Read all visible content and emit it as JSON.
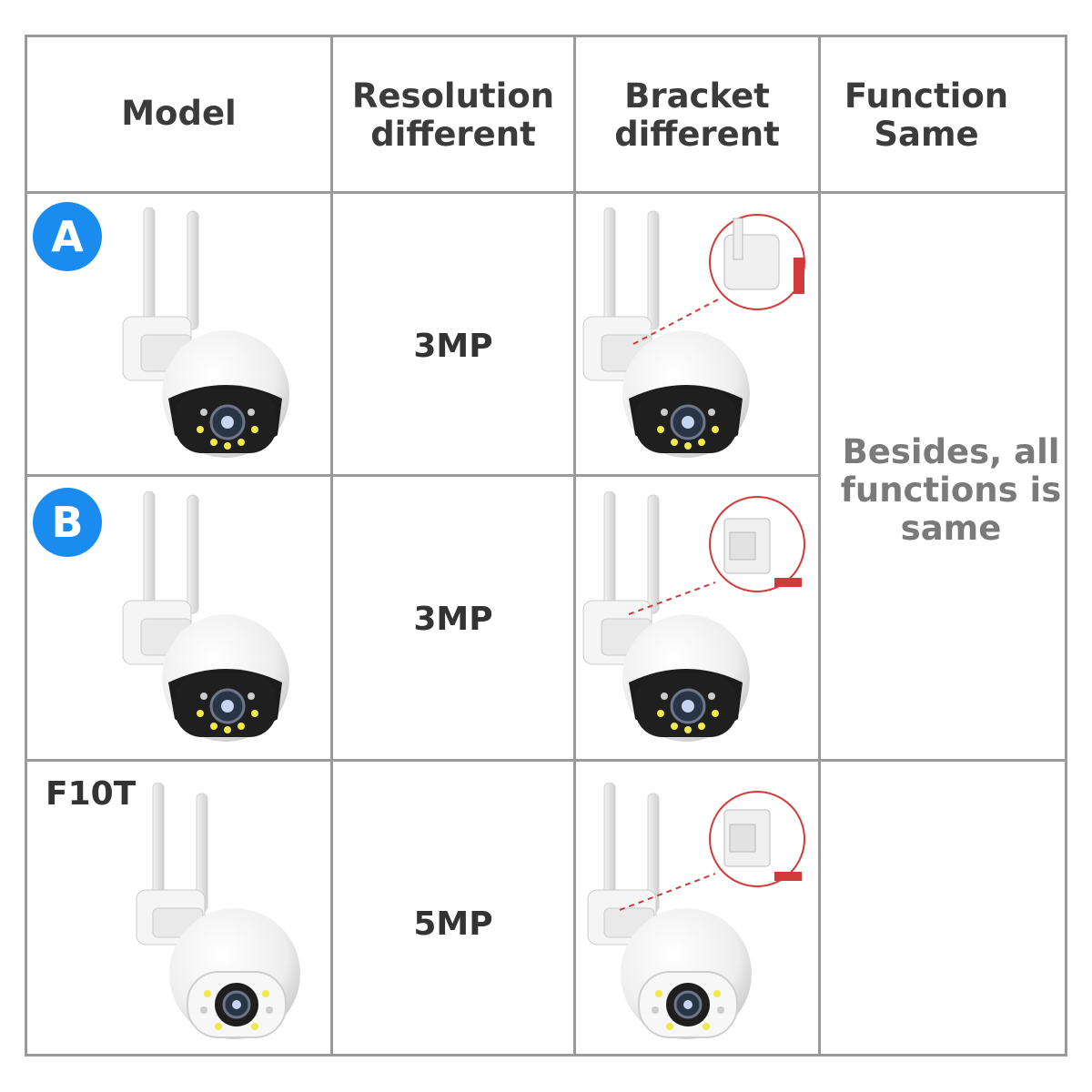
{
  "headers": {
    "model": "Model",
    "resolution": [
      "Resolution",
      "different"
    ],
    "bracket": [
      "Bracket",
      "different"
    ],
    "function": [
      "Function",
      "Same"
    ]
  },
  "rows": [
    {
      "label": "A",
      "label_type": "badge",
      "resolution": "3MP",
      "camera": "dark-face-camera"
    },
    {
      "label": "B",
      "label_type": "badge",
      "resolution": "3MP",
      "camera": "dark-face-camera"
    },
    {
      "label": "F10T",
      "label_type": "text",
      "resolution": "5MP",
      "camera": "white-face-camera"
    }
  ],
  "function_note": [
    "Besides, all",
    "functions is",
    "same"
  ],
  "colors": {
    "badge": "#1a8cf0",
    "grid": "#9a9a9a",
    "zoom_circle": "#d23a3a"
  }
}
